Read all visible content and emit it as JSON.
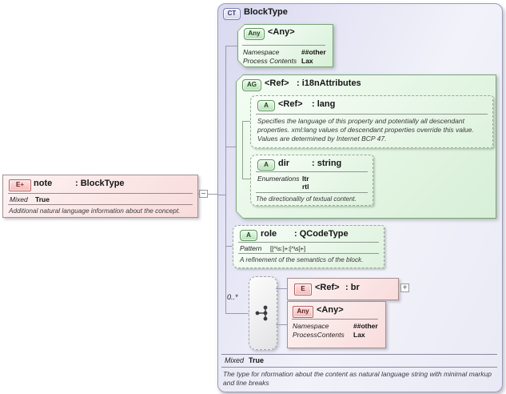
{
  "connector": {
    "minus": "−",
    "plus": "+"
  },
  "note_element": {
    "badge": "E",
    "plus": "+",
    "name": "note",
    "type": ": BlockType",
    "mixed_label": "Mixed",
    "mixed_value": "True",
    "description": "Additional natural language information about the concept."
  },
  "block_type": {
    "badge": "CT",
    "title": "BlockType",
    "any_attr": {
      "badge": "Any",
      "name": "<Any>",
      "rows": [
        {
          "label": "Namespace",
          "value": "##other"
        },
        {
          "label": "Process Contents",
          "value": "Lax"
        }
      ]
    },
    "i18n_group": {
      "badge": "AG",
      "name": "<Ref>",
      "type": ": i18nAttributes",
      "lang_attr": {
        "badge": "A",
        "name": "<Ref>",
        "type": ": lang",
        "description": "Specifies the language of this property and potentially all descendant properties. xml:lang values of descendant properties override this value. Values are determined by Internet BCP 47."
      },
      "dir_attr": {
        "badge": "A",
        "name": "dir",
        "type": ": string",
        "enumerations_label": "Enumerations",
        "enumerations": [
          "ltr",
          "rtl"
        ],
        "description": "The directionality of textual content."
      }
    },
    "role_attr": {
      "badge": "A",
      "name": "role",
      "type": ": QCodeType",
      "pattern_label": "Pattern",
      "pattern_value": "[[^\\s:]+:[^\\s]+]",
      "description": "A refinement of the semantics of the block."
    },
    "content_model": {
      "cardinality": "0..*",
      "br_element": {
        "badge": "E",
        "name": "<Ref>",
        "type": ": br"
      },
      "any_element": {
        "badge": "Any",
        "name": "<Any>",
        "rows": [
          {
            "label": "Namespace",
            "value": "##other"
          },
          {
            "label": "ProcessContents",
            "value": "Lax"
          }
        ]
      }
    },
    "mixed_label": "Mixed",
    "mixed_value": "True",
    "description": "The type for nformation about the content as natural language string with minimal markup and line breaks"
  }
}
